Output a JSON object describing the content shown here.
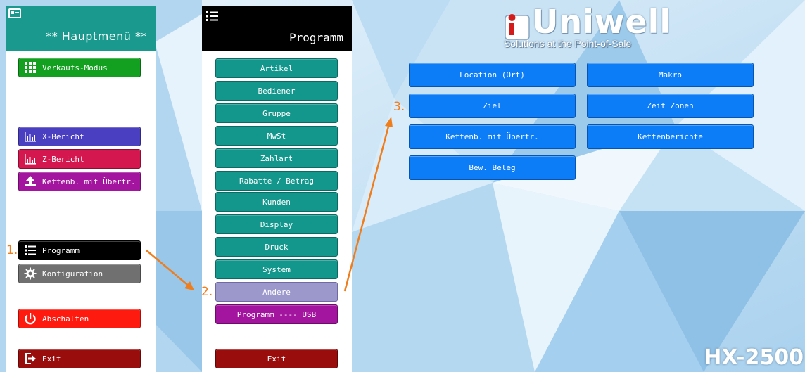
{
  "colors": {
    "teal": "#1a9a8e",
    "green": "#13a020",
    "purple_blue": "#4a3fc0",
    "crimson": "#d4174e",
    "magenta": "#a3159e",
    "black": "#000000",
    "gray": "#707070",
    "red": "#ff1a10",
    "dark_red": "#9a0d0d",
    "blue": "#0c7df6",
    "lavender": "#9c98cc",
    "orange": "#f07d1c"
  },
  "main_menu": {
    "title": "** Hauptmenü **",
    "header_icon": "contact-card-icon",
    "items": [
      {
        "label": "Verkaufs-Modus",
        "icon": "grid-icon"
      },
      {
        "label": "X-Bericht",
        "icon": "bar-chart-icon"
      },
      {
        "label": "Z-Bericht",
        "icon": "bar-chart-icon"
      },
      {
        "label": "Kettenb. mit Übertr.",
        "icon": "upload-icon"
      },
      {
        "label": "Programm",
        "icon": "list-icon"
      },
      {
        "label": "Konfiguration",
        "icon": "gear-icon"
      },
      {
        "label": "Abschalten",
        "icon": "power-icon"
      },
      {
        "label": "Exit",
        "icon": "exit-icon"
      }
    ]
  },
  "program_menu": {
    "title": "Programm",
    "header_icon": "list-icon",
    "items": [
      {
        "label": "Artikel"
      },
      {
        "label": "Bediener"
      },
      {
        "label": "Gruppe"
      },
      {
        "label": "MwSt"
      },
      {
        "label": "Zahlart"
      },
      {
        "label": "Rabatte / Betrag"
      },
      {
        "label": "Kunden"
      },
      {
        "label": "Display"
      },
      {
        "label": "Druck"
      },
      {
        "label": "System"
      },
      {
        "label": "Andere"
      },
      {
        "label": "Programm ---- USB"
      }
    ],
    "exit_label": "Exit"
  },
  "logo": {
    "brand": "Uniwell",
    "tagline": "Solutions at the Point-of-Sale"
  },
  "other_menu": {
    "left_items": [
      {
        "label": "Location (Ort)"
      },
      {
        "label": "Ziel"
      },
      {
        "label": "Kettenb. mit Übertr."
      },
      {
        "label": "Bew. Beleg"
      }
    ],
    "right_items": [
      {
        "label": "Makro"
      },
      {
        "label": "Zeit Zonen"
      },
      {
        "label": "Kettenberichte"
      }
    ]
  },
  "model": "HX-2500",
  "steps": [
    "1.",
    "2.",
    "3."
  ]
}
